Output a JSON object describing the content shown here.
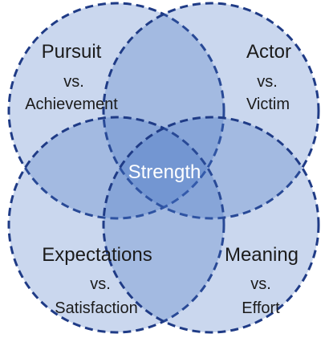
{
  "diagram": {
    "center_label": "Strength",
    "quadrants": [
      {
        "title": "Pursuit",
        "vs": "vs.",
        "subtitle": "Achievement"
      },
      {
        "title": "Actor",
        "vs": "vs.",
        "subtitle": "Victim"
      },
      {
        "title": "Expectations",
        "vs": "vs.",
        "subtitle": "Satisfaction"
      },
      {
        "title": "Meaning",
        "vs": "vs.",
        "subtitle": "Effort"
      }
    ]
  },
  "colors": {
    "circle_fill": "#3f6fc1",
    "circle_stroke": "#1f3b86",
    "center_text": "#ffffff"
  }
}
